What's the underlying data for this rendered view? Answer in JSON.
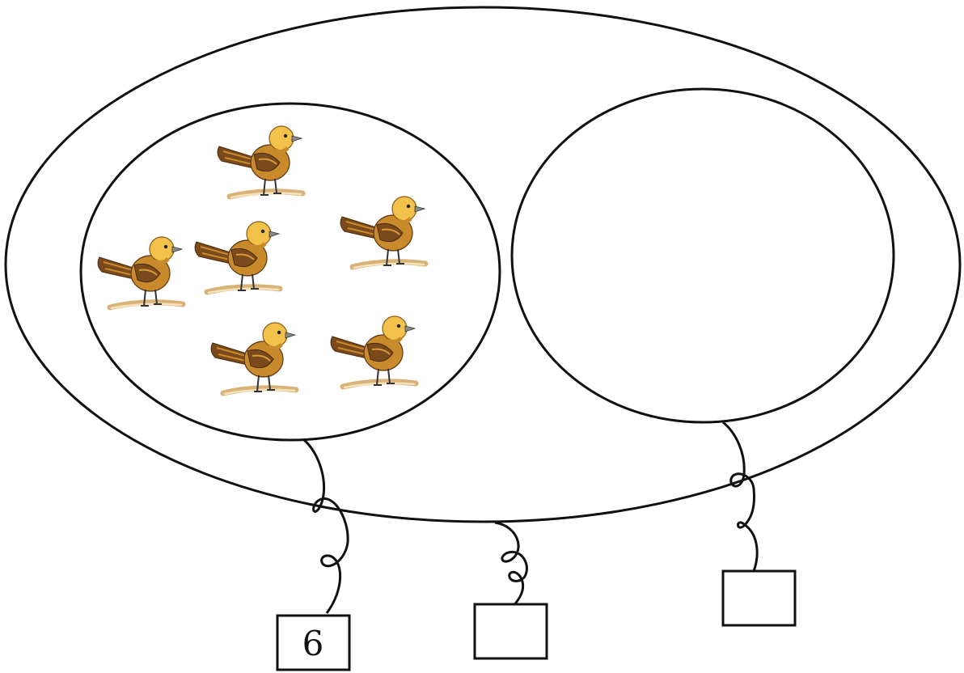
{
  "diagram": {
    "type": "set-diagram",
    "outer_set": {
      "label": ""
    },
    "subsets": [
      {
        "name": "left-circle",
        "content": "birds",
        "bird_count": 6
      },
      {
        "name": "right-circle",
        "content": "empty",
        "bird_count": 0
      }
    ],
    "boxes": [
      {
        "name": "left-subset-box",
        "value": "6"
      },
      {
        "name": "whole-set-box",
        "value": ""
      },
      {
        "name": "right-subset-box",
        "value": ""
      }
    ],
    "colors": {
      "line": "#111111",
      "bird_body": "#c98a2b",
      "bird_head": "#f2c24a",
      "bird_wing": "#7a4a1c",
      "branch": "#e8c98a"
    }
  }
}
